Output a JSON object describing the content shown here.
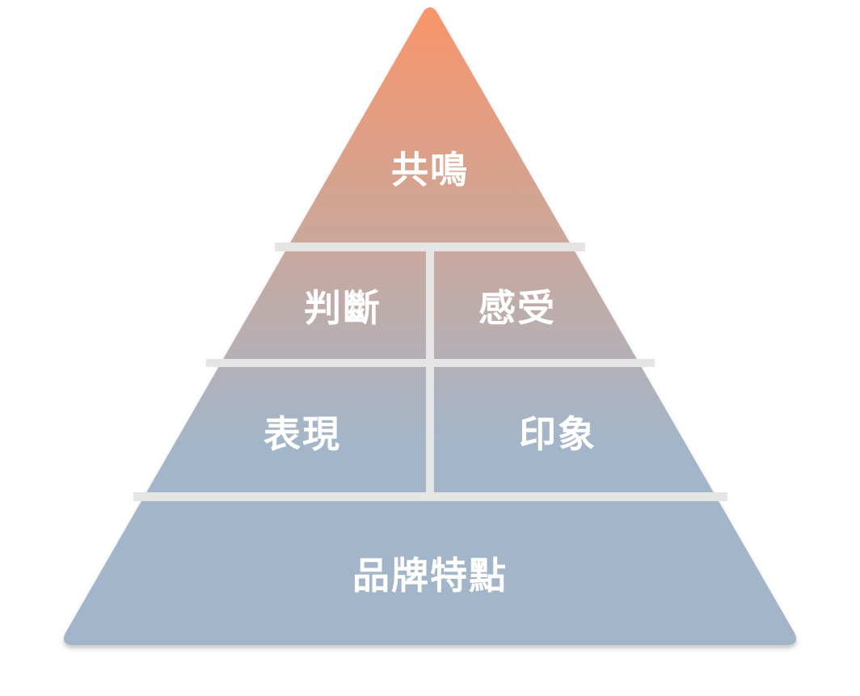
{
  "pyramid": {
    "top": "共鳴",
    "upper_left": "判斷",
    "upper_right": "感受",
    "lower_left": "表現",
    "lower_right": "印象",
    "base": "品牌特點"
  },
  "colors": {
    "top_color": "#f9956a",
    "bottom_color": "#a3b6c9",
    "separator": "#e5e5e5"
  }
}
